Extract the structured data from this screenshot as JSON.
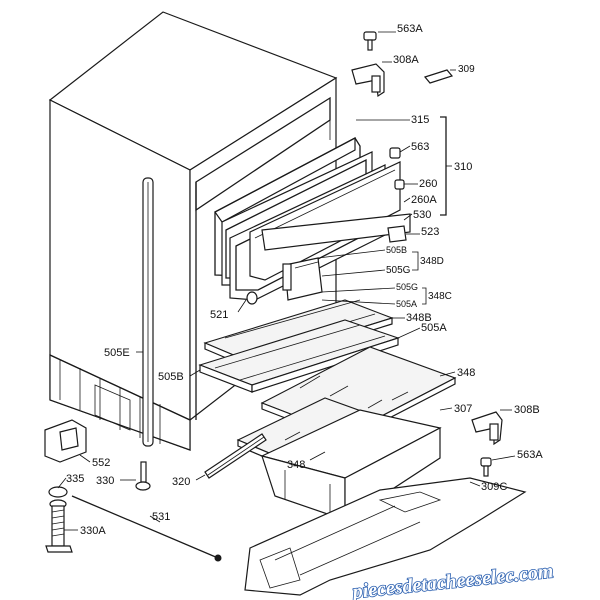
{
  "watermark": "piecesdetacheeselec.com",
  "labels": {
    "p563A_top": "563A",
    "p308A": "308A",
    "p309": "309",
    "p315": "315",
    "p563": "563",
    "p310": "310",
    "p260": "260",
    "p260A": "260A",
    "p530": "530",
    "p523": "523",
    "p505B_r": "505B",
    "p348D": "348D",
    "p505G": "505G",
    "p505G_b": "505G",
    "p348C": "348C",
    "p505A_r": "505A",
    "p521": "521",
    "p348B": "348B",
    "p505A": "505A",
    "p505E": "505E",
    "p505B": "505B",
    "p348": "348",
    "p307": "307",
    "p308B": "308B",
    "p348_low": "348",
    "p563A_bot": "563A",
    "p552": "552",
    "p335": "335",
    "p330": "330",
    "p320": "320",
    "p309C": "309C",
    "p531": "531",
    "p330A": "330A"
  }
}
